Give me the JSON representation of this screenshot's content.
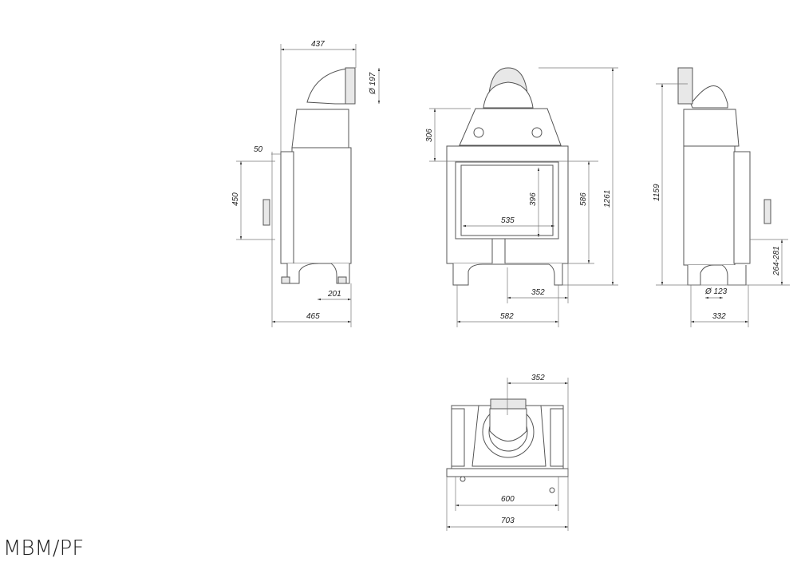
{
  "model_name": "MBM/PF",
  "side_view_left": {
    "width_top": "437",
    "flue_diameter": "Ø 197",
    "door_offset": "50",
    "door_height": "450",
    "flue_offset": "201",
    "depth": "465"
  },
  "front_view": {
    "hood_height": "306",
    "glass_height": "396",
    "glass_width": "535",
    "opening_height": "586",
    "total_height": "1261",
    "flue_offset": "352",
    "width": "582"
  },
  "side_view_right": {
    "height": "1159",
    "air_inlet_height": "264-281",
    "air_inlet_diameter": "Ø 123",
    "depth": "332"
  },
  "top_view": {
    "flue_offset": "352",
    "inner_width": "600",
    "total_width": "703"
  }
}
